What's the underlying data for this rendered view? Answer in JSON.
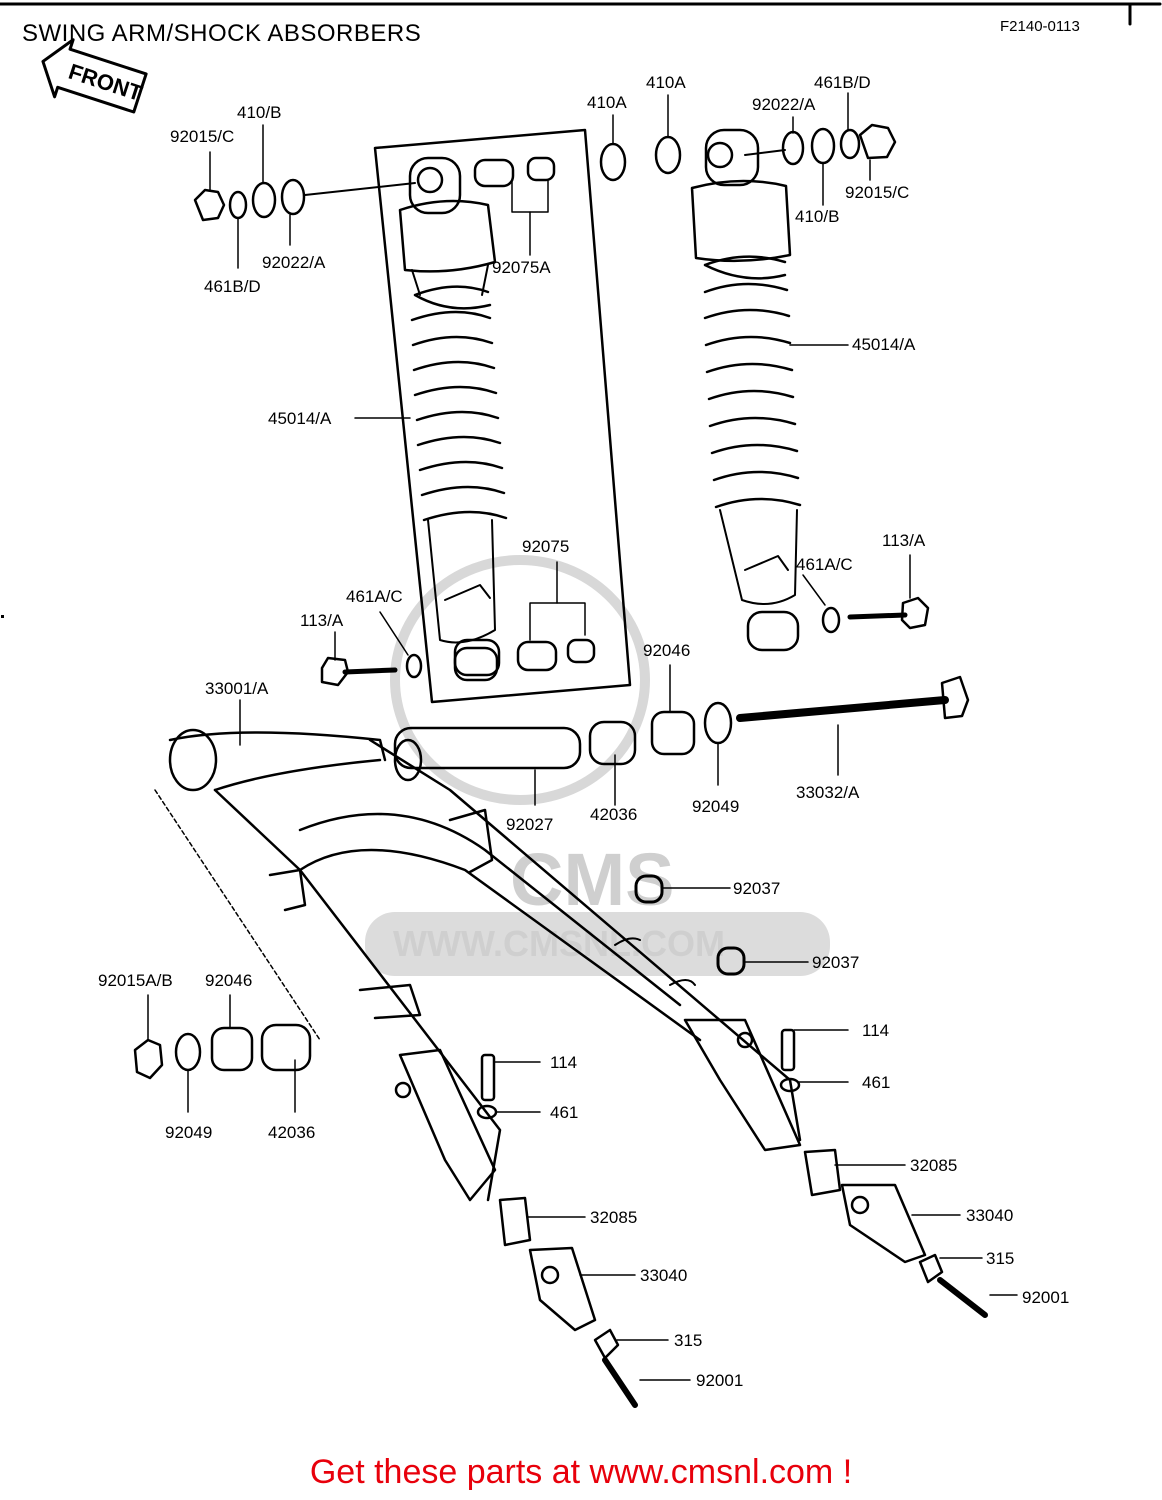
{
  "header": {
    "title": "SWING ARM/SHOCK ABSORBERS",
    "ref_code": "F2140-0113"
  },
  "front_arrow": {
    "label": "FRONT"
  },
  "watermark": {
    "logo": "CMS",
    "url": "WWW.CMSNL.COM"
  },
  "footer": {
    "text": "Get these parts at www.cmsnl.com !",
    "color": "#e8000b"
  },
  "part_labels": {
    "l1": "92015/C",
    "l2": "410/B",
    "l3": "92022/A",
    "l4": "461B/D",
    "l5": "92075A",
    "l6": "410A",
    "l7": "410A",
    "l8": "461B/D",
    "l9": "92022/A",
    "l10": "92015/C",
    "l11": "410/B",
    "l12": "45014/A",
    "l13": "45014/A",
    "l14": "92075",
    "l15": "461A/C",
    "l16": "113/A",
    "l17": "461A/C",
    "l18": "113/A",
    "l19": "92046",
    "l20": "33001/A",
    "l21": "92027",
    "l22": "42036",
    "l23": "92049",
    "l24": "33032/A",
    "l25": "92037",
    "l26": "92037",
    "l27": "92015A/B",
    "l28": "92046",
    "l29": "92049",
    "l30": "42036",
    "l31": "114",
    "l32": "461",
    "l33": "114",
    "l34": "461",
    "l35": "32085",
    "l36": "33040",
    "l37": "315",
    "l38": "92001",
    "l39": "32085",
    "l40": "33040",
    "l41": "315",
    "l42": "92001"
  }
}
